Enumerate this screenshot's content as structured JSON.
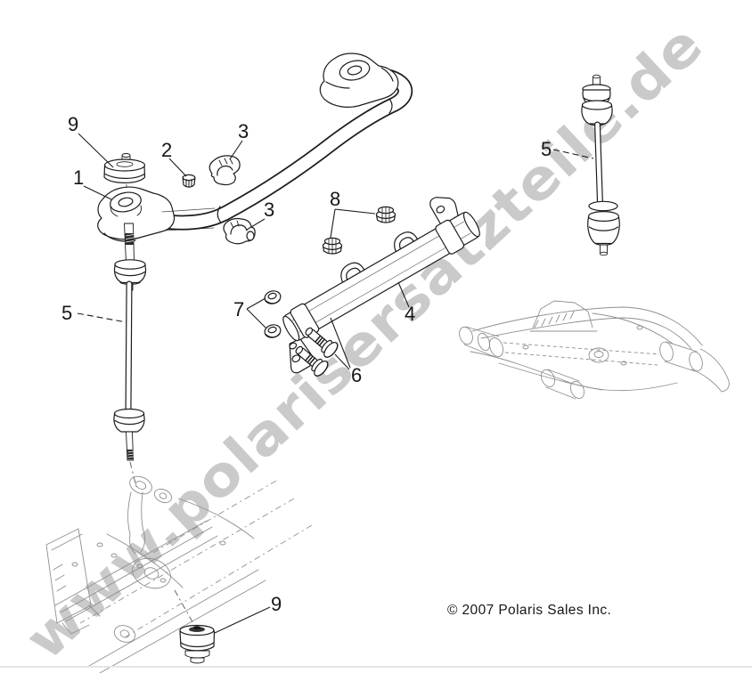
{
  "diagram": {
    "watermark_text": "www.polarisersatzteile.de",
    "watermark_color": "#cacaca",
    "copyright_text": "© 2007 Polaris Sales Inc.",
    "line_color": "#1c1c1c",
    "reference_line_color": "#8f8f8f"
  },
  "callouts": [
    {
      "label": "9",
      "part": "stabilizer-bushing-upper"
    },
    {
      "label": "1",
      "part": "stabilizer-bar"
    },
    {
      "label": "2",
      "part": "nut"
    },
    {
      "label": "3",
      "part": "bushing-clamp-upper"
    },
    {
      "label": "3",
      "part": "bushing-clamp-lower"
    },
    {
      "label": "8",
      "part": "grommets"
    },
    {
      "label": "4",
      "part": "mount-bracket"
    },
    {
      "label": "7",
      "part": "flange-nuts"
    },
    {
      "label": "6",
      "part": "bolts"
    },
    {
      "label": "5",
      "part": "stabilizer-link-left"
    },
    {
      "label": "5",
      "part": "stabilizer-link-right"
    },
    {
      "label": "9",
      "part": "stabilizer-bushing-lower"
    }
  ]
}
